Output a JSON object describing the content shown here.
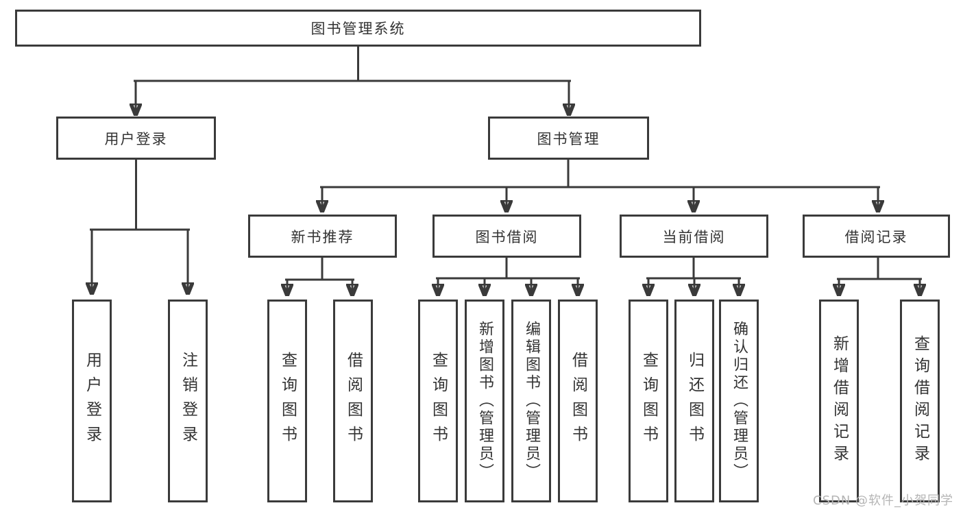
{
  "tree": {
    "label": "图书管理系统",
    "children": [
      {
        "label": "用户登录",
        "children": [
          {
            "label": "用户登录"
          },
          {
            "label": "注销登录"
          }
        ]
      },
      {
        "label": "图书管理",
        "children": [
          {
            "label": "新书推荐",
            "children": [
              {
                "label": "查询图书"
              },
              {
                "label": "借阅图书"
              }
            ]
          },
          {
            "label": "图书借阅",
            "children": [
              {
                "label": "查询图书"
              },
              {
                "label": "新增图书（管理员）"
              },
              {
                "label": "编辑图书（管理员）"
              },
              {
                "label": "借阅图书"
              }
            ]
          },
          {
            "label": "当前借阅",
            "children": [
              {
                "label": "查询图书"
              },
              {
                "label": "归还图书"
              },
              {
                "label": "确认归还（管理员）"
              }
            ]
          },
          {
            "label": "借阅记录",
            "children": [
              {
                "label": "新增借阅记录"
              },
              {
                "label": "查询借阅记录"
              }
            ]
          }
        ]
      }
    ]
  },
  "watermark": {
    "text": "CSDN @软件_小贺同学",
    "color": "#b5b5b5"
  },
  "colors": {
    "line": "#3a3a3a",
    "box_border": "#3a3a3a",
    "box_fill": "#ffffff",
    "text": "#333333",
    "background": "#ffffff"
  }
}
